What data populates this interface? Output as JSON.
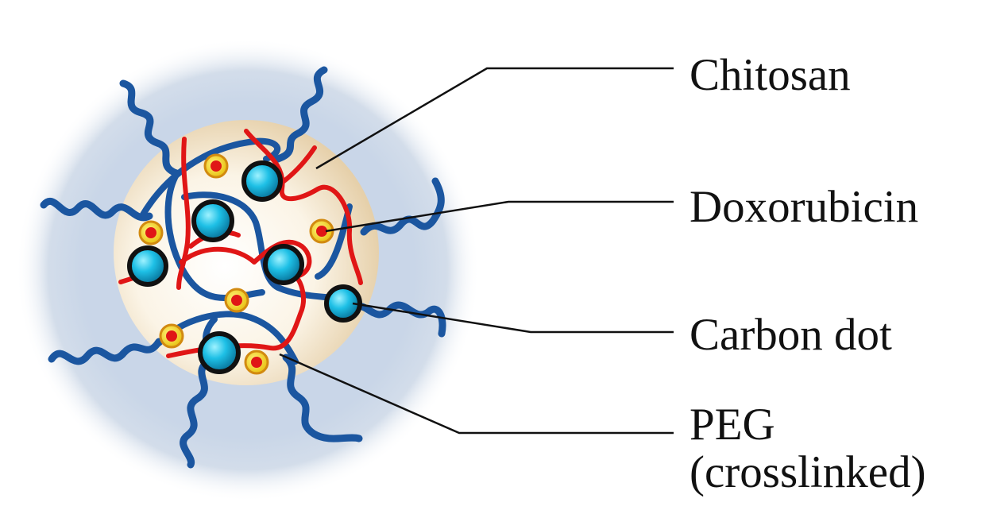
{
  "labels": {
    "chitosan": "Chitosan",
    "doxorubicin": "Doxorubicin",
    "carbon_dot": "Carbon dot",
    "peg_line1": "PEG",
    "peg_line2": "(crosslinked)"
  },
  "colors": {
    "shell": "#c9d6e8",
    "core_light": "#fdfaf2",
    "core_dark": "#e6d2ae",
    "chitosan": "#e01616",
    "peg": "#1b56a0",
    "carbon_dot": "#1ec0e6",
    "doxorubicin_outer": "#f2d21a",
    "doxorubicin_inner": "#e01616",
    "leader_line": "#111111"
  }
}
